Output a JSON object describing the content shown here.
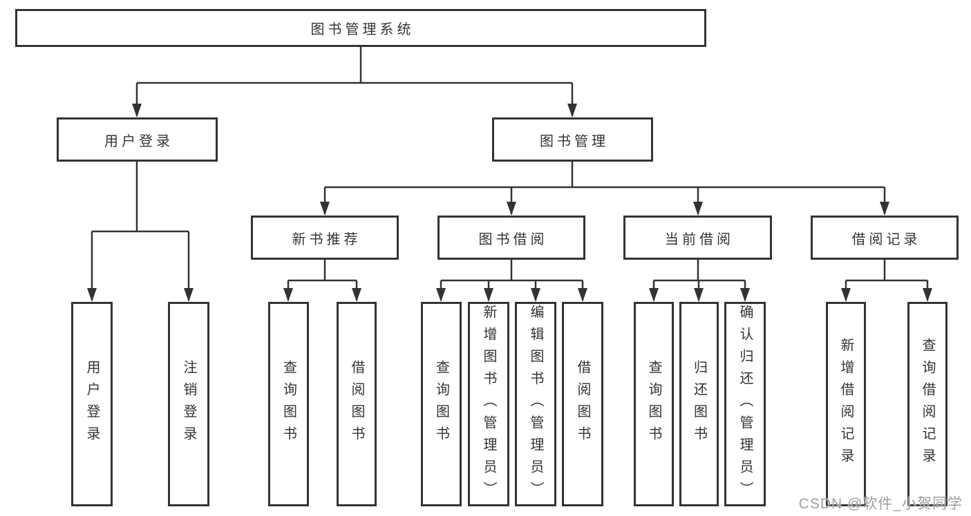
{
  "nodes": {
    "root": "图书管理系统",
    "level2": [
      "用户登录",
      "图书管理"
    ],
    "level3": [
      "新书推荐",
      "图书借阅",
      "当前借阅",
      "借阅记录"
    ],
    "leaves": [
      [
        "用户登录",
        "注销登录"
      ],
      [
        "查询图书",
        "借阅图书"
      ],
      [
        "查询图书",
        "新增图书（管理员）",
        "编辑图书（管理员）",
        "借阅图书"
      ],
      [
        "查询图书",
        "归还图书",
        "确认归还（管理员）"
      ],
      [
        "新增借阅记录",
        "查询借阅记录"
      ]
    ]
  },
  "watermark": "CSDN @软件_小贺同学",
  "colors": {
    "line": "#333333",
    "border": "#333333",
    "text": "#333333",
    "watermark": "#9e9e9e",
    "background": "#ffffff"
  }
}
